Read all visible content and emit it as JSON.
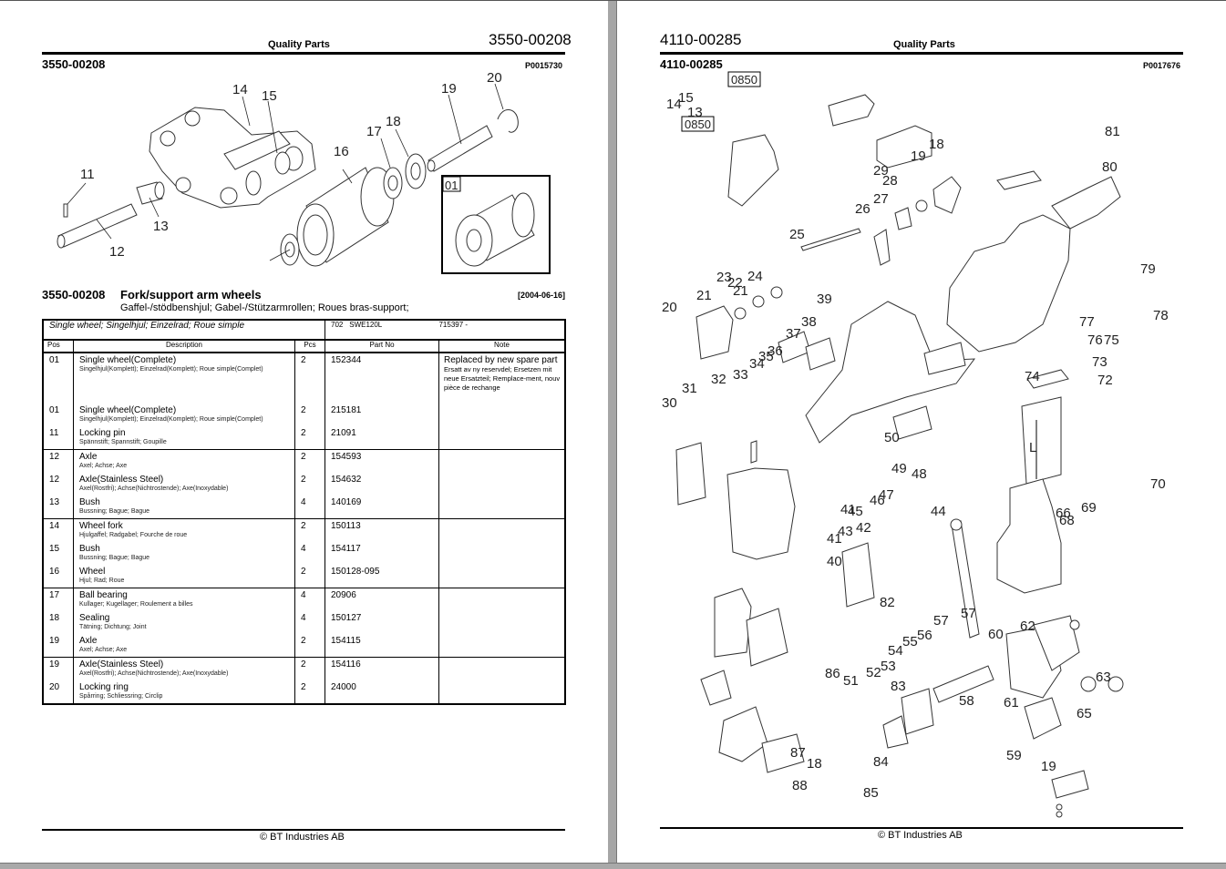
{
  "left_page": {
    "header_center": "Quality Parts",
    "header_code": "3550-00208",
    "section_code": "3550-00208",
    "picture_code": "P0015730",
    "diagram": {
      "callouts": [
        "11",
        "12",
        "13",
        "14",
        "15",
        "16",
        "17",
        "18",
        "19",
        "20"
      ],
      "inset_label": "01"
    },
    "title": {
      "code": "3550-00208",
      "text": "Fork/support arm wheels",
      "date": "[2004-06-16]",
      "subtitle": "Gaffel-/stödbenshjul; Gabel-/Stützarmrollen; Roues bras-support;"
    },
    "table": {
      "model": {
        "description": "Single wheel; Singelhjul; Einzelrad; Roue simple",
        "code": "702",
        "type": "SWE120L",
        "serial": "715397 -"
      },
      "columns": [
        "Pos",
        "Description",
        "Pcs",
        "Part No",
        "Note"
      ],
      "rows": [
        {
          "pos": "01",
          "desc": "Single wheel(Complete)",
          "desc_sub": "Singelhjul(Komplett); Einzelrad(Komplett); Roue simple(Complet)",
          "pcs": "2",
          "part": "152344",
          "note": "Replaced by new spare part",
          "note_sub": "Ersatt av ny reservdel; Ersetzen mit neue Ersatzteil; Remplace-ment, nouv pièce de rechange"
        },
        {
          "pos": "01",
          "desc": "Single wheel(Complete)",
          "desc_sub": "Singelhjul(Komplett); Einzelrad(Komplett); Roue simple(Complet)",
          "pcs": "2",
          "part": "215181",
          "note": "",
          "note_sub": ""
        },
        {
          "pos": "11",
          "desc": "Locking pin",
          "desc_sub": "Spännstift; Spannstift; Goupille",
          "pcs": "2",
          "part": "21091",
          "note": "",
          "note_sub": ""
        },
        {
          "pos": "12",
          "desc": "Axle",
          "desc_sub": "Axel; Achse; Axe",
          "pcs": "2",
          "part": "154593",
          "note": "",
          "note_sub": ""
        },
        {
          "pos": "12",
          "desc": "Axle(Stainless Steel)",
          "desc_sub": "Axel(Rostfri); Achse(Nichtrostende); Axe(Inoxydable)",
          "pcs": "2",
          "part": "154632",
          "note": "",
          "note_sub": ""
        },
        {
          "pos": "13",
          "desc": "Bush",
          "desc_sub": "Bussning; Bague; Bague",
          "pcs": "4",
          "part": "140169",
          "note": "",
          "note_sub": ""
        },
        {
          "pos": "14",
          "desc": "Wheel fork",
          "desc_sub": "Hjulgaffel; Radgabel; Fourche de roue",
          "pcs": "2",
          "part": "150113",
          "note": "",
          "note_sub": ""
        },
        {
          "pos": "15",
          "desc": "Bush",
          "desc_sub": "Bussning; Bague; Bague",
          "pcs": "4",
          "part": "154117",
          "note": "",
          "note_sub": ""
        },
        {
          "pos": "16",
          "desc": "Wheel",
          "desc_sub": "Hjul; Rad; Roue",
          "pcs": "2",
          "part": "150128-095",
          "note": "",
          "note_sub": ""
        },
        {
          "pos": "17",
          "desc": "Ball bearing",
          "desc_sub": "Kullager; Kugellager; Roulement a billes",
          "pcs": "4",
          "part": "20906",
          "note": "",
          "note_sub": ""
        },
        {
          "pos": "18",
          "desc": "Sealing",
          "desc_sub": "Tätning; Dichtung; Joint",
          "pcs": "4",
          "part": "150127",
          "note": "",
          "note_sub": ""
        },
        {
          "pos": "19",
          "desc": "Axle",
          "desc_sub": "Axel; Achse; Axe",
          "pcs": "2",
          "part": "154115",
          "note": "",
          "note_sub": ""
        },
        {
          "pos": "19",
          "desc": "Axle(Stainless Steel)",
          "desc_sub": "Axel(Rostfri); Achse(Nichtrostende); Axe(Inoxydable)",
          "pcs": "2",
          "part": "154116",
          "note": "",
          "note_sub": ""
        },
        {
          "pos": "20",
          "desc": "Locking ring",
          "desc_sub": "Spårring; Schliessring; Circlip",
          "pcs": "2",
          "part": "24000",
          "note": "",
          "note_sub": ""
        }
      ]
    },
    "footer": "© BT Industries AB"
  },
  "right_page": {
    "header_code": "4110-00285",
    "header_center": "Quality Parts",
    "section_code": "4110-00285",
    "picture_code": "P0017676",
    "diagram": {
      "tags": [
        "0850",
        "0850"
      ],
      "dimension_label": "L",
      "callouts": [
        "13",
        "14",
        "15",
        "18",
        "19",
        "20",
        "21",
        "21",
        "22",
        "23",
        "24",
        "25",
        "26",
        "27",
        "28",
        "29",
        "30",
        "31",
        "32",
        "33",
        "34",
        "35",
        "36",
        "37",
        "38",
        "39",
        "40",
        "41",
        "41",
        "42",
        "43",
        "44",
        "45",
        "46",
        "47",
        "48",
        "49",
        "50",
        "51",
        "52",
        "53",
        "54",
        "55",
        "56",
        "57",
        "57",
        "58",
        "59",
        "60",
        "61",
        "62",
        "63",
        "65",
        "66",
        "68",
        "69",
        "70",
        "72",
        "73",
        "74",
        "75",
        "76",
        "77",
        "78",
        "79",
        "80",
        "81",
        "82",
        "83",
        "84",
        "85",
        "86",
        "87",
        "88",
        "18",
        "19"
      ]
    },
    "footer": "© BT Industries AB"
  }
}
